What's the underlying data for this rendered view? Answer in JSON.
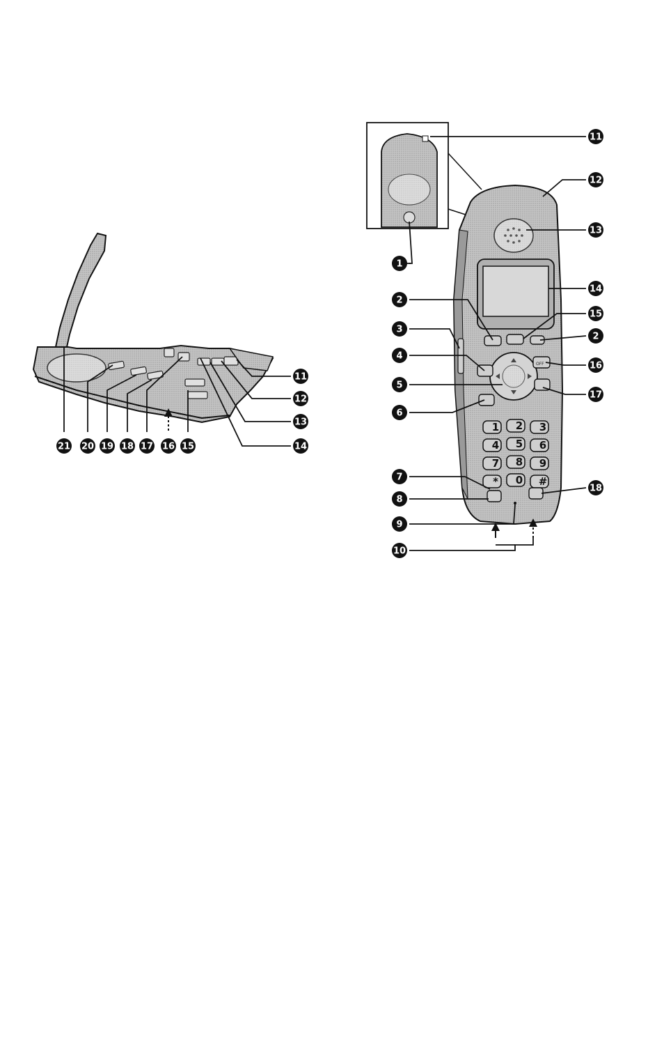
{
  "colors": {
    "ink": "#111111",
    "body_fill": "#bdbdbd",
    "body_shade": "#9a9a9a",
    "display_fill": "#d8d8d8",
    "key_fill": "#cfcfcf",
    "callout_fill": "#111111",
    "callout_text": "#ffffff"
  },
  "base_unit": {
    "callouts": [
      {
        "id": "b21",
        "label": "21"
      },
      {
        "id": "b20",
        "label": "20"
      },
      {
        "id": "b19",
        "label": "19"
      },
      {
        "id": "b18",
        "label": "18"
      },
      {
        "id": "b17",
        "label": "17"
      },
      {
        "id": "b16",
        "label": "16"
      },
      {
        "id": "b15",
        "label": "15"
      },
      {
        "id": "b14",
        "label": "14"
      },
      {
        "id": "b13",
        "label": "13"
      },
      {
        "id": "b12",
        "label": "12"
      },
      {
        "id": "b11",
        "label": "11"
      }
    ]
  },
  "handset": {
    "callouts": [
      {
        "id": "h11",
        "label": "11"
      },
      {
        "id": "h12",
        "label": "12"
      },
      {
        "id": "h13",
        "label": "13"
      },
      {
        "id": "h1",
        "label": "1"
      },
      {
        "id": "h14",
        "label": "14"
      },
      {
        "id": "h2a",
        "label": "2"
      },
      {
        "id": "h15",
        "label": "15"
      },
      {
        "id": "h3",
        "label": "3"
      },
      {
        "id": "h2b",
        "label": "2"
      },
      {
        "id": "h4",
        "label": "4"
      },
      {
        "id": "h16",
        "label": "16"
      },
      {
        "id": "h5",
        "label": "5"
      },
      {
        "id": "h17",
        "label": "17"
      },
      {
        "id": "h6",
        "label": "6"
      },
      {
        "id": "h7",
        "label": "7"
      },
      {
        "id": "h18",
        "label": "18"
      },
      {
        "id": "h8",
        "label": "8"
      },
      {
        "id": "h9",
        "label": "9"
      },
      {
        "id": "h10",
        "label": "10"
      }
    ],
    "keypad": [
      {
        "id": "k1",
        "label": "1"
      },
      {
        "id": "k2",
        "label": "2"
      },
      {
        "id": "k3",
        "label": "3"
      },
      {
        "id": "k4",
        "label": "4"
      },
      {
        "id": "k5",
        "label": "5"
      },
      {
        "id": "k6",
        "label": "6"
      },
      {
        "id": "k7",
        "label": "7"
      },
      {
        "id": "k8",
        "label": "8"
      },
      {
        "id": "k9",
        "label": "9"
      },
      {
        "id": "kstar",
        "label": "*"
      },
      {
        "id": "k0",
        "label": "0"
      },
      {
        "id": "khash",
        "label": "#"
      }
    ],
    "soft_keys": {
      "off_label": "OFF"
    }
  }
}
